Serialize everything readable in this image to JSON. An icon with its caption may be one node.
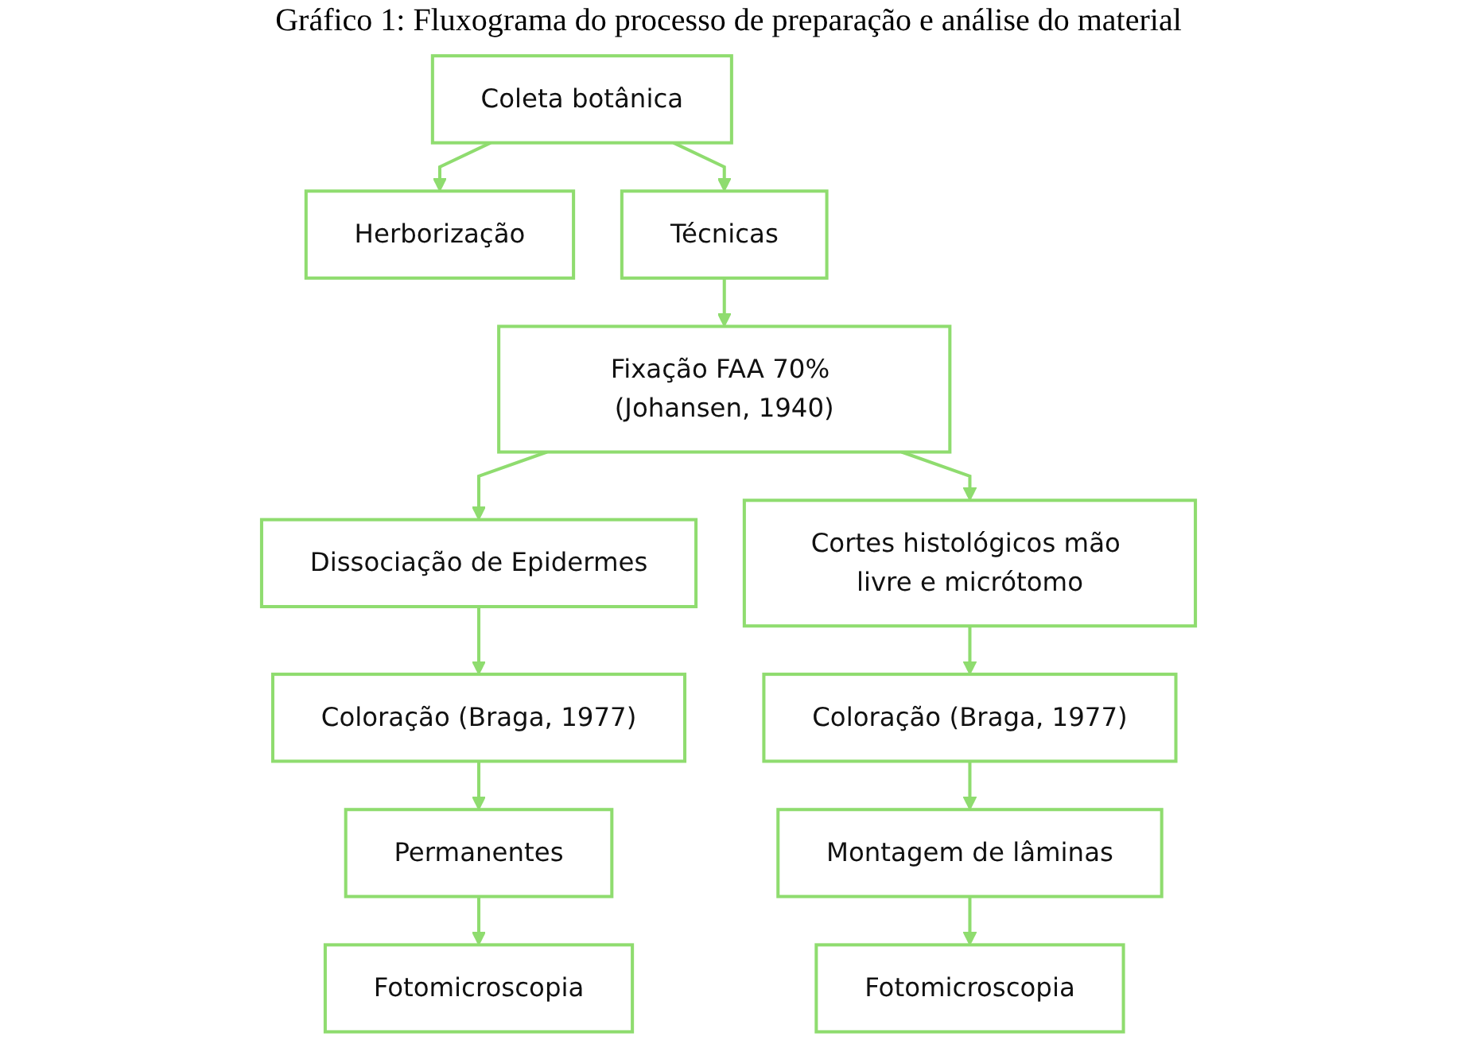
{
  "diagram": {
    "title": "Gráfico 1: Fluxograma do processo de preparação e análise do material",
    "nodes": [
      {
        "text": [
          "Coleta botânica"
        ]
      },
      {
        "text": [
          "Herborização"
        ]
      },
      {
        "text": [
          "Técnicas"
        ]
      },
      {
        "text": [
          "Fixação FAA 70% (Johansen, 1940)"
        ]
      },
      {
        "text": [
          "Dissociação de Epidermes"
        ]
      },
      {
        "text": [
          "Coloração (Braga, 1977)"
        ]
      },
      {
        "text": [
          "Permanentes"
        ]
      },
      {
        "text": [
          "Fotomicroscopia"
        ]
      },
      {
        "text": [
          "Cortes histológicos mão livre e micrótomo"
        ]
      },
      {
        "text": [
          "Coloração (Braga, 1977)"
        ]
      },
      {
        "text": [
          "Montagem de lâminas"
        ]
      },
      {
        "text": [
          "Fotomicroscopia"
        ]
      }
    ],
    "edges": [
      {
        "from": 0,
        "to": 1,
        "arrow": "to"
      },
      {
        "from": 0,
        "to": 2,
        "arrow": "to"
      },
      {
        "from": 2,
        "to": 3,
        "arrow": "to"
      },
      {
        "from": 3,
        "to": 4,
        "arrow": "to"
      },
      {
        "from": 3,
        "to": 8,
        "arrow": "to"
      },
      {
        "from": 4,
        "to": 5,
        "arrow": "to"
      },
      {
        "from": 5,
        "to": 6,
        "arrow": "to"
      },
      {
        "from": 6,
        "to": 7,
        "arrow": "to"
      },
      {
        "from": 8,
        "to": 9,
        "arrow": "to"
      },
      {
        "from": 9,
        "to": 10,
        "arrow": "to"
      },
      {
        "from": 10,
        "to": 11,
        "arrow": "to"
      }
    ]
  }
}
